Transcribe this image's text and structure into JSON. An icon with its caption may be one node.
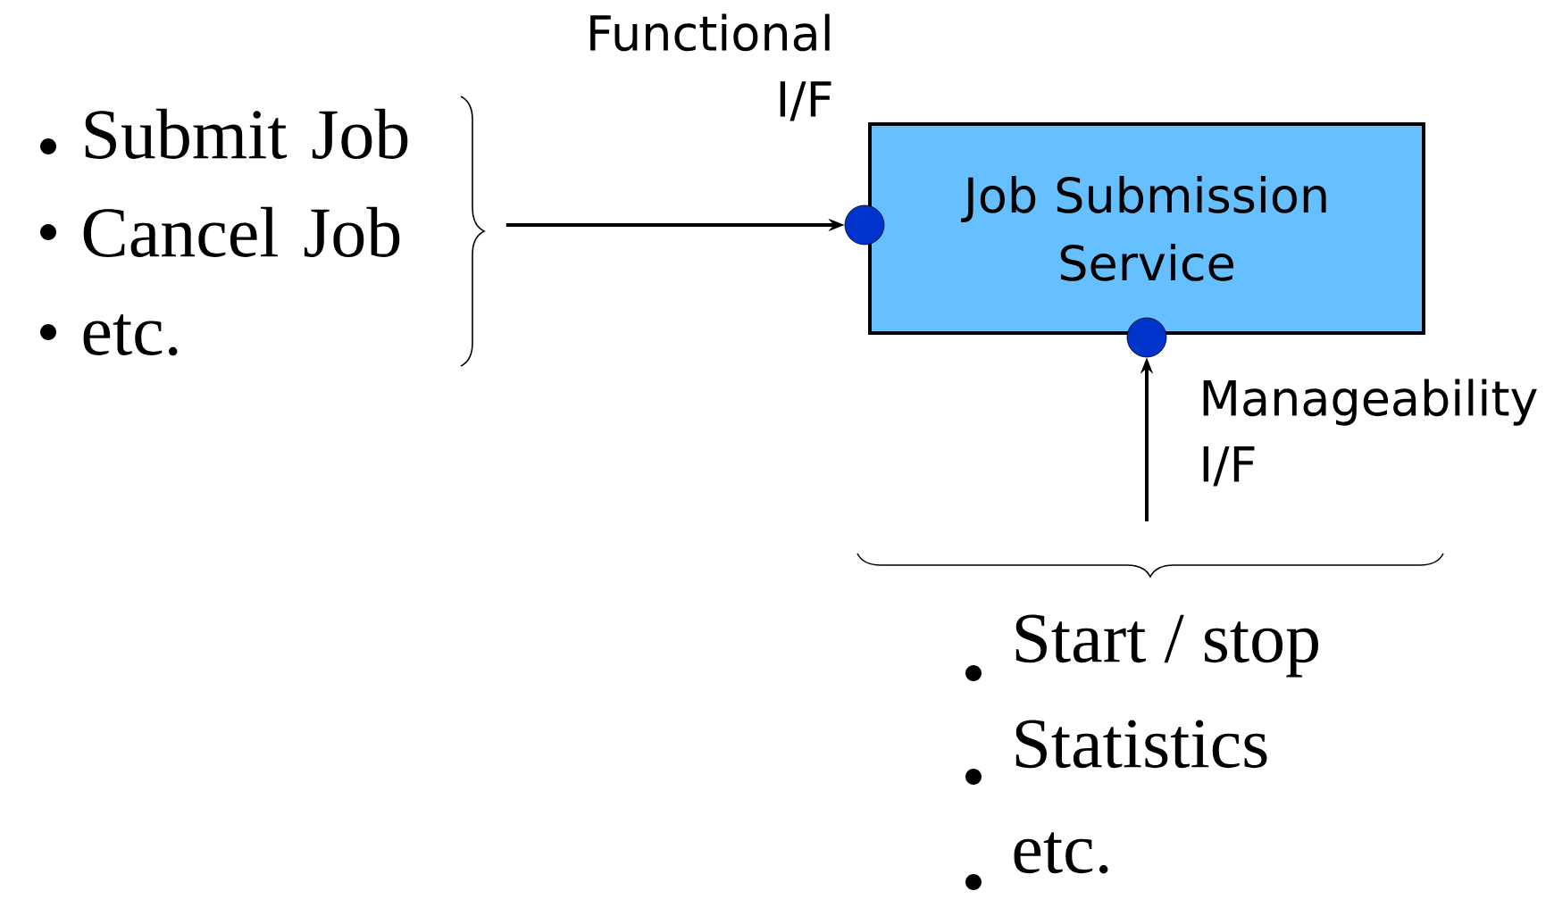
{
  "diagram": {
    "nodes": [
      {
        "text": [
          "Submit Job",
          "Cancel Job",
          "etc."
        ]
      },
      {
        "text": [
          "Job Submission Service"
        ]
      },
      {
        "text": [],
        "shape": "circle"
      },
      {
        "text": [],
        "shape": "circle",
        "beside": [
          "Manageability I/F"
        ]
      },
      {
        "text": [
          "Start / stop",
          "Statistics",
          "etc."
        ]
      }
    ],
    "edges": [
      {
        "from": 0,
        "to": 2,
        "arrow": "to"
      },
      {
        "from": 4,
        "to": 3,
        "arrow": "to"
      }
    ],
    "labels": [
      "Functional I/F"
    ]
  }
}
